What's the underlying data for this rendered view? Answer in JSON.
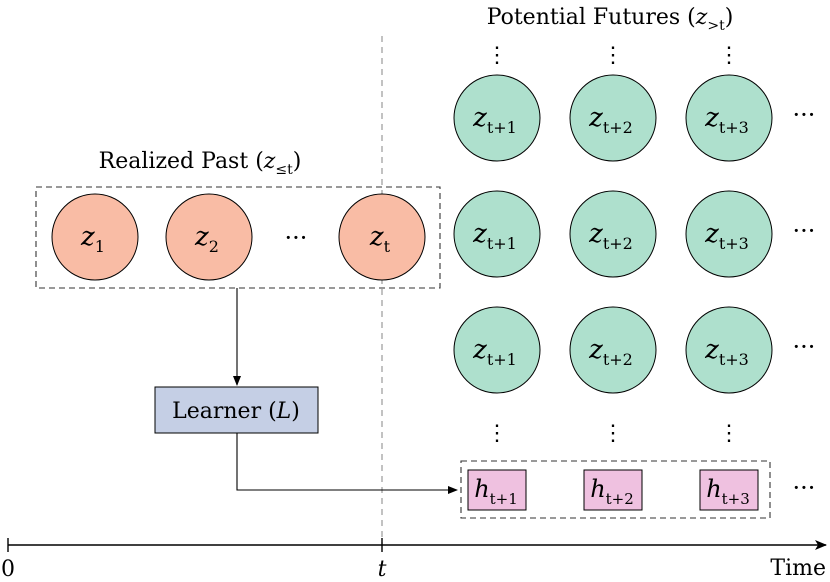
{
  "labels": {
    "potential_futures": "Potential Futures",
    "realized_past": "Realized Past",
    "learner": "Learner",
    "time": "Time",
    "axis_zero": "0",
    "axis_t": "t"
  },
  "symbols": {
    "past_sub": "≤t",
    "future_sub": ">t",
    "learner_var": "L",
    "vdots": "⋮",
    "cdots": "···"
  },
  "past_nodes": [
    {
      "var": "z",
      "sub": "1"
    },
    {
      "var": "z",
      "sub": "2"
    },
    {
      "var": "z",
      "sub": "t"
    }
  ],
  "future_nodes": [
    {
      "var": "z",
      "sub": "t+1"
    },
    {
      "var": "z",
      "sub": "t+2"
    },
    {
      "var": "z",
      "sub": "t+3"
    }
  ],
  "hypotheses": [
    {
      "var": "h",
      "sub": "t+1"
    },
    {
      "var": "h",
      "sub": "t+2"
    },
    {
      "var": "h",
      "sub": "t+3"
    }
  ],
  "colors": {
    "past_fill": "#f9bca5",
    "future_fill": "#aee0cd",
    "learner_fill": "#c5cfe5",
    "hypothesis_fill": "#efc1e0",
    "stroke": "#000000",
    "dashed": "#999999"
  }
}
